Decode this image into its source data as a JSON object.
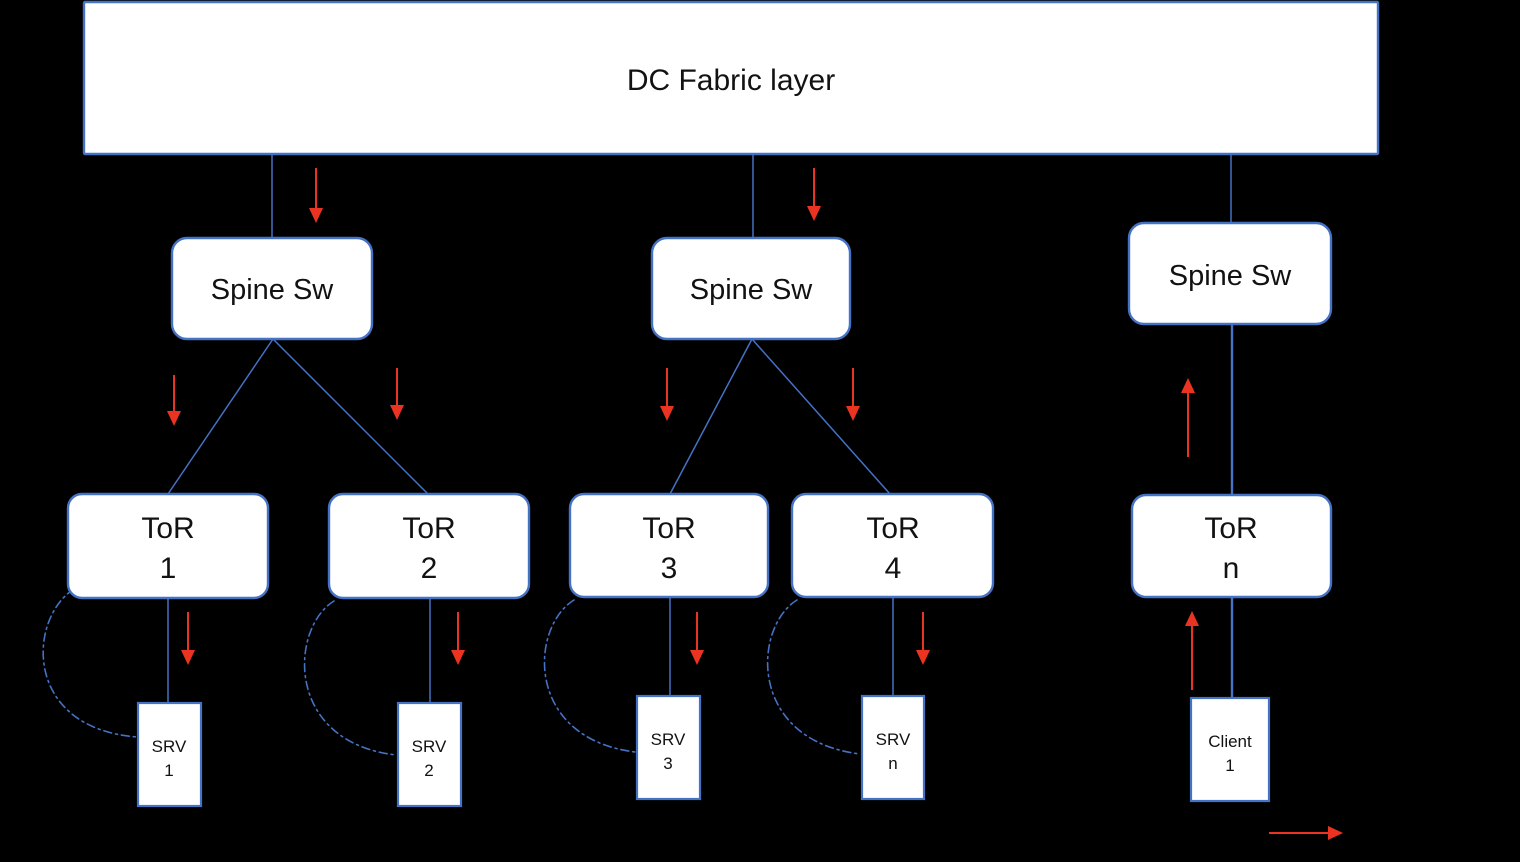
{
  "fabric": {
    "label": "DC Fabric layer"
  },
  "spines": [
    {
      "label": "Spine Sw"
    },
    {
      "label": "Spine Sw"
    },
    {
      "label": "Spine Sw"
    }
  ],
  "tors": [
    {
      "name": "ToR",
      "num": "1"
    },
    {
      "name": "ToR",
      "num": "2"
    },
    {
      "name": "ToR",
      "num": "3"
    },
    {
      "name": "ToR",
      "num": "4"
    },
    {
      "name": "ToR",
      "num": "n"
    }
  ],
  "endpoints": [
    {
      "name": "SRV",
      "num": "1"
    },
    {
      "name": "SRV",
      "num": "2"
    },
    {
      "name": "SRV",
      "num": "3"
    },
    {
      "name": "SRV",
      "num": "n"
    },
    {
      "name": "Client",
      "num": "1"
    }
  ],
  "colors": {
    "background": "#000000",
    "box_fill": "#ffffff",
    "box_border": "#4472c4",
    "connector": "#4472c4",
    "flow_arrow": "#ea3421",
    "text": "#121212"
  }
}
